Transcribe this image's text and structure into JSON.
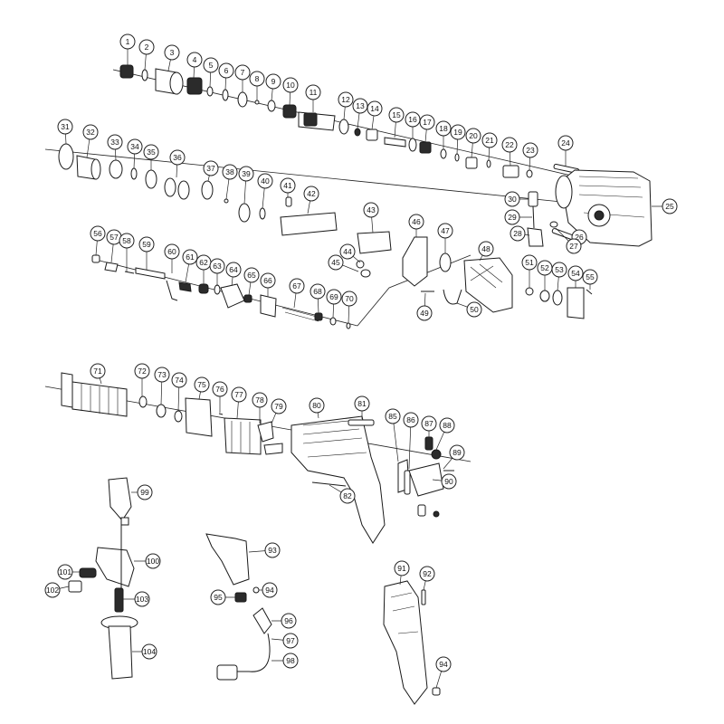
{
  "diagram": {
    "callouts": [
      {
        "label": "1"
      },
      {
        "label": "2"
      },
      {
        "label": "3"
      },
      {
        "label": "4"
      },
      {
        "label": "5"
      },
      {
        "label": "6"
      },
      {
        "label": "7"
      },
      {
        "label": "8"
      },
      {
        "label": "9"
      },
      {
        "label": "10"
      },
      {
        "label": "11"
      },
      {
        "label": "12"
      },
      {
        "label": "13"
      },
      {
        "label": "14"
      },
      {
        "label": "15"
      },
      {
        "label": "16"
      },
      {
        "label": "17"
      },
      {
        "label": "18"
      },
      {
        "label": "19"
      },
      {
        "label": "20"
      },
      {
        "label": "21"
      },
      {
        "label": "22"
      },
      {
        "label": "23"
      },
      {
        "label": "24"
      },
      {
        "label": "25"
      },
      {
        "label": "26"
      },
      {
        "label": "27"
      },
      {
        "label": "28"
      },
      {
        "label": "29"
      },
      {
        "label": "30"
      },
      {
        "label": "31"
      },
      {
        "label": "32"
      },
      {
        "label": "33"
      },
      {
        "label": "34"
      },
      {
        "label": "35"
      },
      {
        "label": "36"
      },
      {
        "label": "37"
      },
      {
        "label": "38"
      },
      {
        "label": "39"
      },
      {
        "label": "40"
      },
      {
        "label": "41"
      },
      {
        "label": "42"
      },
      {
        "label": "43"
      },
      {
        "label": "44"
      },
      {
        "label": "45"
      },
      {
        "label": "46"
      },
      {
        "label": "47"
      },
      {
        "label": "48"
      },
      {
        "label": "49"
      },
      {
        "label": "50"
      },
      {
        "label": "51"
      },
      {
        "label": "52"
      },
      {
        "label": "53"
      },
      {
        "label": "54"
      },
      {
        "label": "55"
      },
      {
        "label": "56"
      },
      {
        "label": "57"
      },
      {
        "label": "58"
      },
      {
        "label": "59"
      },
      {
        "label": "60"
      },
      {
        "label": "61"
      },
      {
        "label": "62"
      },
      {
        "label": "63"
      },
      {
        "label": "64"
      },
      {
        "label": "65"
      },
      {
        "label": "66"
      },
      {
        "label": "67"
      },
      {
        "label": "68"
      },
      {
        "label": "69"
      },
      {
        "label": "70"
      },
      {
        "label": "71"
      },
      {
        "label": "72"
      },
      {
        "label": "73"
      },
      {
        "label": "74"
      },
      {
        "label": "75"
      },
      {
        "label": "76"
      },
      {
        "label": "77"
      },
      {
        "label": "78"
      },
      {
        "label": "79"
      },
      {
        "label": "80"
      },
      {
        "label": "81"
      },
      {
        "label": "82"
      },
      {
        "label": "85"
      },
      {
        "label": "86"
      },
      {
        "label": "87"
      },
      {
        "label": "88"
      },
      {
        "label": "89"
      },
      {
        "label": "90"
      },
      {
        "label": "91"
      },
      {
        "label": "92"
      },
      {
        "label": "93"
      },
      {
        "label": "94"
      },
      {
        "label": "95"
      },
      {
        "label": "94"
      },
      {
        "label": "96"
      },
      {
        "label": "97"
      },
      {
        "label": "98"
      },
      {
        "label": "99"
      },
      {
        "label": "100"
      },
      {
        "label": "101"
      },
      {
        "label": "102"
      },
      {
        "label": "103"
      },
      {
        "label": "104"
      }
    ]
  }
}
